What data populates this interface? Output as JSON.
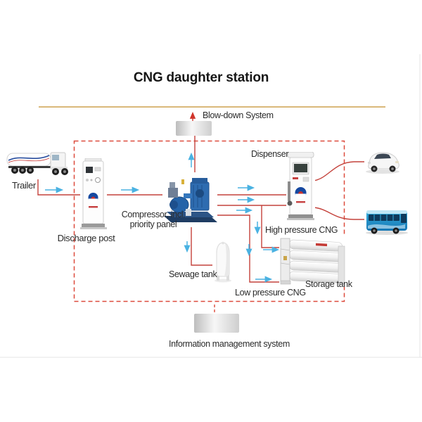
{
  "title": "CNG daughter station",
  "colors": {
    "pipe_red": "#c4423b",
    "boundary_dashed_red": "#dd4a3c",
    "arrow_blue": "#4ab2e2",
    "top_rule_gold": "#cda14e",
    "title_text": "#161616",
    "label_text": "#2b2b2b"
  },
  "labels": {
    "blow_down_system": "Blow-down System",
    "trailer": "Trailer",
    "discharge_post": "Discharge post",
    "compressor_line1": "Compressor, incl.",
    "compressor_line2": "priority panel",
    "dispenser": "Dispenser",
    "high_pressure_cng": "High pressure CNG",
    "low_pressure_cng": "Low pressure CNG",
    "sewage_tank": "Sewage tank",
    "storage_tank": "Storage tank",
    "information_management_system": "Information management system"
  },
  "legend": {
    "icons": [
      {
        "name": "trailer-graphic",
        "meaning": "CNG tube trailer truck"
      },
      {
        "name": "discharge-post-graphic",
        "meaning": "discharge post cabinet"
      },
      {
        "name": "compressor-graphic",
        "meaning": "blue compressor skid"
      },
      {
        "name": "blow-down-box",
        "meaning": "blow-down system block"
      },
      {
        "name": "sewage-tank-graphic",
        "meaning": "vertical sewage tank"
      },
      {
        "name": "dispenser-graphic",
        "meaning": "CNG dispenser"
      },
      {
        "name": "storage-tank-graphic",
        "meaning": "storage tube skid"
      },
      {
        "name": "car-graphic",
        "meaning": "white car"
      },
      {
        "name": "bus-graphic",
        "meaning": "blue city bus"
      },
      {
        "name": "info-system-box",
        "meaning": "information management system block"
      }
    ]
  }
}
